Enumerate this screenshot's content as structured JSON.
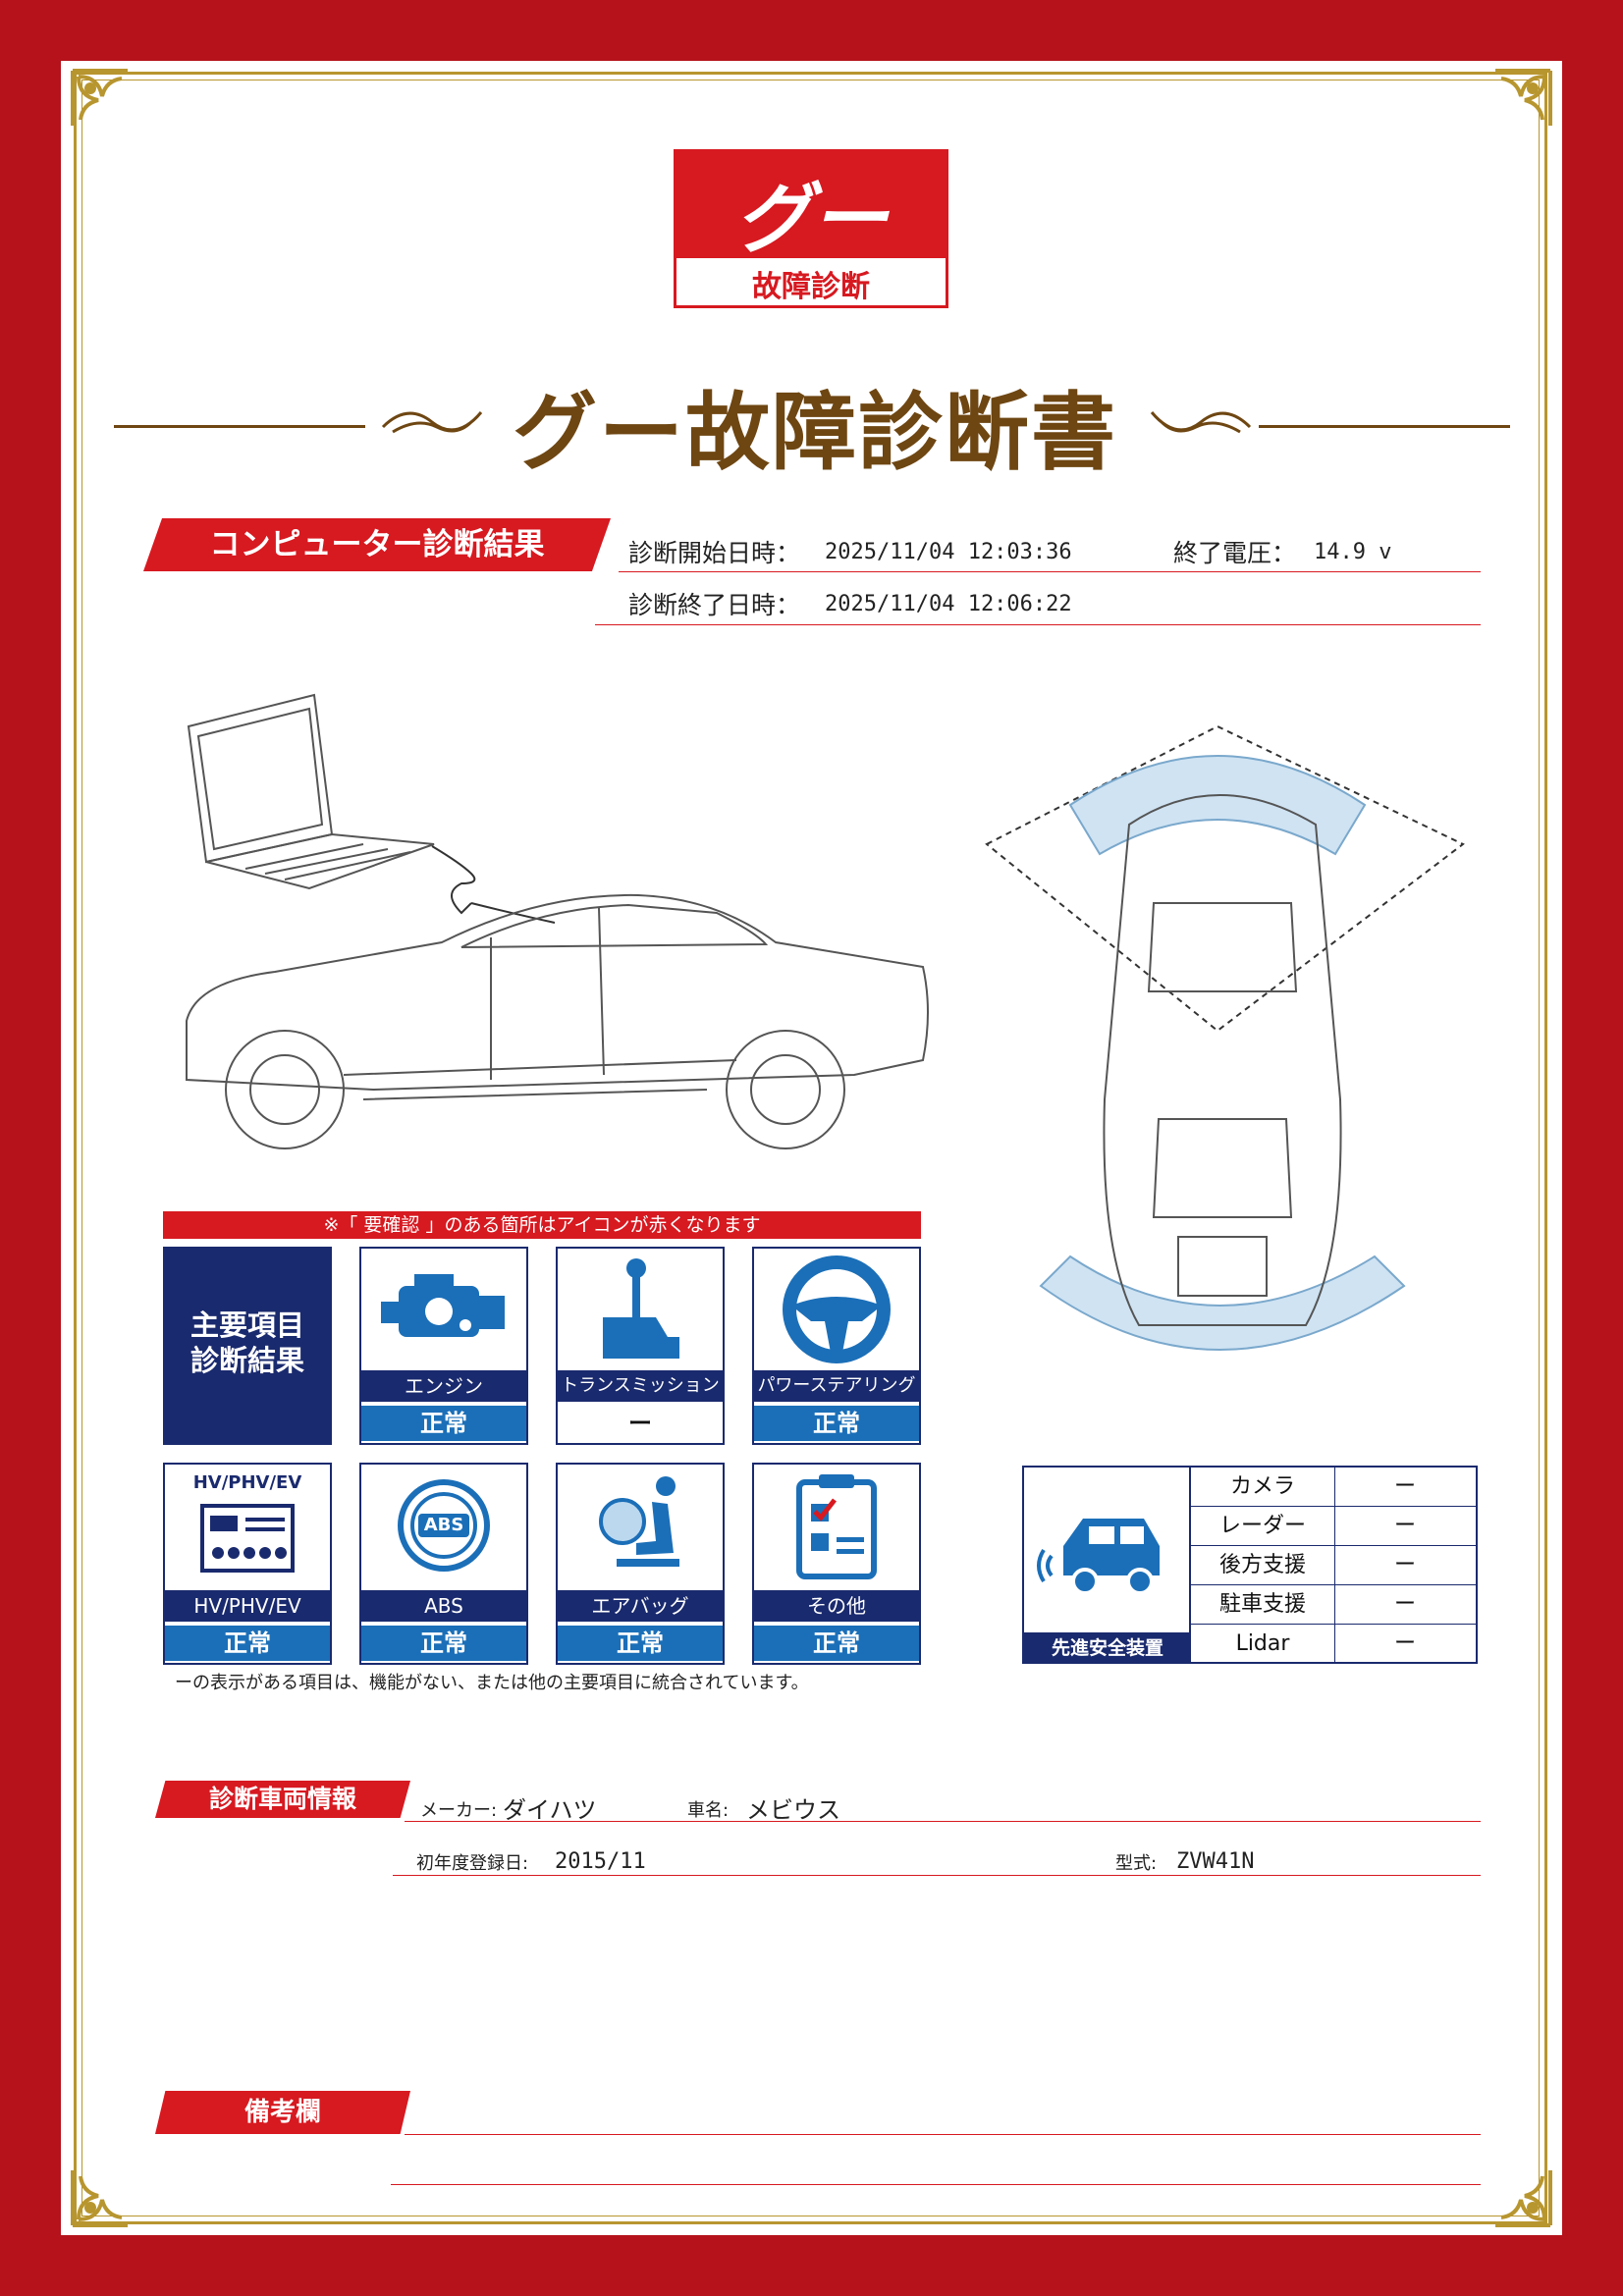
{
  "logo": {
    "mark": "グー",
    "sub": "故障診断"
  },
  "title": "グー故障診断書",
  "section1": {
    "tag": "コンピューター診断結果",
    "start_label": "診断開始日時：",
    "start_value": "2025/11/04 12:03:36",
    "voltage_label": "終了電圧：",
    "voltage_value": "14.9 v",
    "end_label": "診断終了日時：",
    "end_value": "2025/11/04 12:06:22"
  },
  "notice": "※「 要確認 」のある箇所はアイコンが赤くなります",
  "main_items": {
    "heading_line1": "主要項目",
    "heading_line2": "診断結果",
    "tiles": [
      {
        "name": "エンジン",
        "status": "正常",
        "icon": "engine-icon"
      },
      {
        "name": "トランスミッション",
        "status": "ー",
        "icon": "gear-shift-icon"
      },
      {
        "name": "パワーステアリング",
        "status": "正常",
        "icon": "steering-wheel-icon"
      },
      {
        "name": "HV/PHV/EV",
        "status": "正常",
        "icon": "hv-battery-icon",
        "icon_text": "HV/PHV/EV"
      },
      {
        "name": "ABS",
        "status": "正常",
        "icon": "abs-icon",
        "icon_text": "ABS"
      },
      {
        "name": "エアバッグ",
        "status": "正常",
        "icon": "airbag-icon"
      },
      {
        "name": "その他",
        "status": "正常",
        "icon": "clipboard-icon"
      }
    ]
  },
  "footnote": "ーの表示がある項目は、機能がない、または他の主要項目に統合されています。",
  "adas": {
    "label": "先進安全装置",
    "rows": [
      {
        "name": "カメラ",
        "value": "ー"
      },
      {
        "name": "レーダー",
        "value": "ー"
      },
      {
        "name": "後方支援",
        "value": "ー"
      },
      {
        "name": "駐車支援",
        "value": "ー"
      },
      {
        "name": "Lidar",
        "value": "ー"
      }
    ]
  },
  "vehicle": {
    "tag": "診断車両情報",
    "maker_label": "メーカー:",
    "maker_value": "ダイハツ",
    "model_label": "車名:",
    "model_value": "メビウス",
    "reg_label": "初年度登録日:",
    "reg_value": "2015/11",
    "type_label": "型式:",
    "type_value": "ZVW41N"
  },
  "remarks": {
    "tag": "備考欄"
  },
  "colors": {
    "red": "#d71920",
    "navy": "#1a2a6e",
    "blue": "#1b6fb8",
    "gold": "#b8962f",
    "brown": "#6e4612"
  }
}
